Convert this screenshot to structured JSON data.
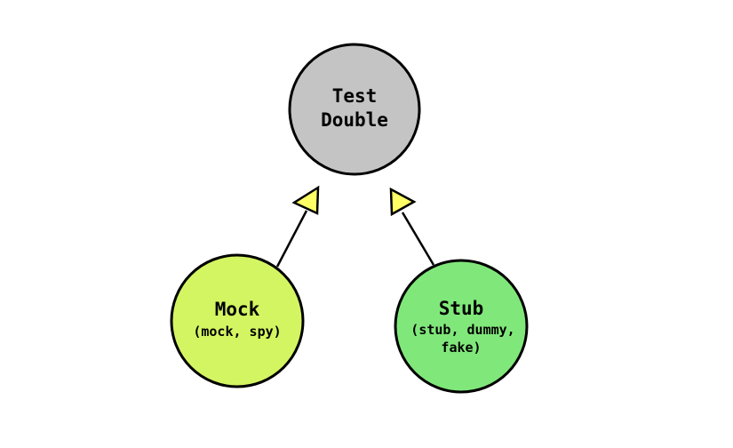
{
  "colors": {
    "background": "#ffffff",
    "stroke": "#000000",
    "test_double_fill": "#c4c4c4",
    "mock_fill": "#d4f562",
    "stub_fill": "#80e87a",
    "arrow_fill": "#ffff66"
  },
  "nodes": {
    "test_double": {
      "line1": "Test",
      "line2": "Double"
    },
    "mock": {
      "title": "Mock",
      "subtitle": "(mock, spy)"
    },
    "stub": {
      "title": "Stub",
      "subtitle_line1": "(stub, dummy,",
      "subtitle_line2": "fake)"
    }
  },
  "edges": [
    {
      "from": "mock",
      "to": "test_double",
      "type": "inheritance"
    },
    {
      "from": "stub",
      "to": "test_double",
      "type": "inheritance"
    }
  ]
}
